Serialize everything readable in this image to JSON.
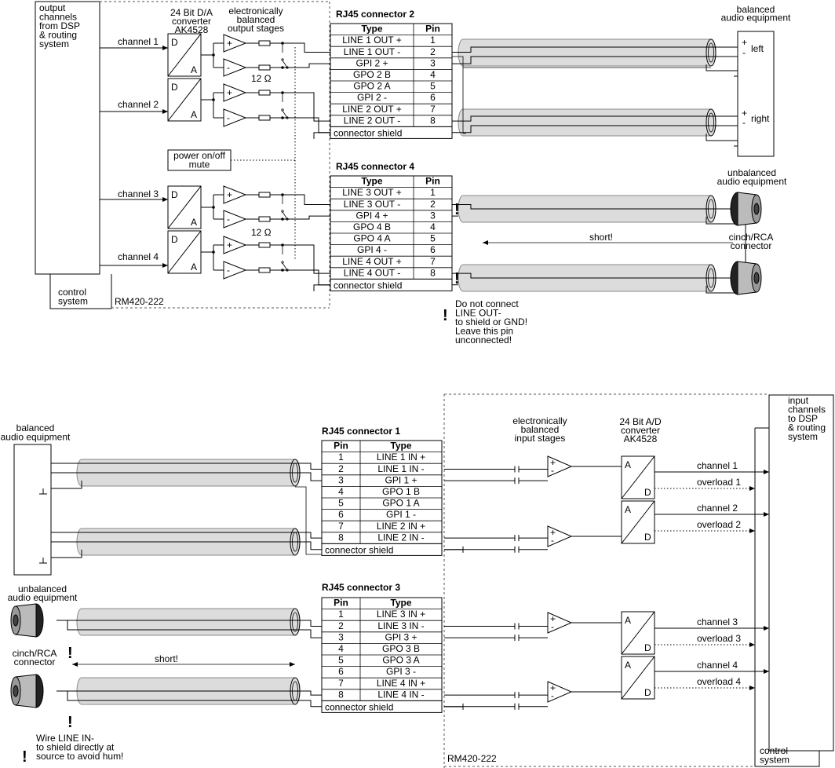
{
  "top": {
    "dsp_label": [
      "output",
      "channels",
      "from DSP",
      "& routing",
      "system"
    ],
    "control_label": [
      "control",
      "system"
    ],
    "model_label": "RM420-222",
    "dac_label": [
      "24 Bit D/A",
      "converter",
      "AK4528"
    ],
    "out_stage_label": [
      "electronically",
      "balanced",
      "output stages"
    ],
    "channels": [
      "channel 1",
      "channel 2",
      "channel 3",
      "channel 4"
    ],
    "resistor_label": "12 Ω",
    "power_label": [
      "power on/off",
      "mute"
    ],
    "dac_letters": {
      "d": "D",
      "a": "A"
    },
    "plus": "+",
    "minus": "-",
    "connector2": {
      "title": "RJ45 connector 2",
      "header": [
        "Type",
        "Pin"
      ],
      "rows": [
        [
          "LINE 1 OUT +",
          "1"
        ],
        [
          "LINE 1 OUT -",
          "2"
        ],
        [
          "GPI 2 +",
          "3"
        ],
        [
          "GPO 2 B",
          "4"
        ],
        [
          "GPO 2 A",
          "5"
        ],
        [
          "GPI 2 -",
          "6"
        ],
        [
          "LINE 2 OUT +",
          "7"
        ],
        [
          "LINE 2 OUT -",
          "8"
        ]
      ],
      "shield": "connector shield"
    },
    "connector4": {
      "title": "RJ45 connector 4",
      "header": [
        "Type",
        "Pin"
      ],
      "rows": [
        [
          "LINE 3 OUT +",
          "1"
        ],
        [
          "LINE 3 OUT -",
          "2"
        ],
        [
          "GPI 4 +",
          "3"
        ],
        [
          "GPO 4 B",
          "4"
        ],
        [
          "GPO 4 A",
          "5"
        ],
        [
          "GPI 4 -",
          "6"
        ],
        [
          "LINE 4 OUT +",
          "7"
        ],
        [
          "LINE 4 OUT -",
          "8"
        ]
      ],
      "shield": "connector shield"
    },
    "balanced_label": [
      "balanced",
      "audio equipment"
    ],
    "left_label": "left",
    "right_label": "right",
    "unbalanced_label": [
      "unbalanced",
      "audio equipment"
    ],
    "short_label": "short!",
    "cinch_label": [
      "cinch/RCA",
      "connector"
    ],
    "warning_note": [
      "Do not connect",
      "LINE OUT-",
      "to shield or GND!",
      "Leave this pin",
      "unconnected!"
    ],
    "exclamation": "!"
  },
  "bottom": {
    "balanced_label": [
      "balanced",
      "audio equipment"
    ],
    "unbalanced_label": [
      "unbalanced",
      "audio equipment"
    ],
    "cinch_label": [
      "cinch/RCA",
      "connector"
    ],
    "short_label": "short!",
    "warning_note": [
      "Wire LINE IN-",
      "to shield directly at",
      "source to avoid hum!"
    ],
    "in_stage_label": [
      "electronically",
      "balanced",
      "input stages"
    ],
    "adc_label": [
      "24 Bit A/D",
      "converter",
      "AK4528"
    ],
    "adc_letters": {
      "a": "A",
      "d": "D"
    },
    "dsp_label": [
      "input",
      "channels",
      "to DSP",
      "& routing",
      "system"
    ],
    "control_label": [
      "control",
      "system"
    ],
    "model_label": "RM420-222",
    "signals": [
      "channel 1",
      "overload 1",
      "channel 2",
      "overload 2",
      "channel 3",
      "overload 3",
      "channel 4",
      "overload 4"
    ],
    "connector1": {
      "title": "RJ45 connector 1",
      "header": [
        "Pin",
        "Type"
      ],
      "rows": [
        [
          "1",
          "LINE 1 IN +"
        ],
        [
          "2",
          "LINE 1 IN -"
        ],
        [
          "3",
          "GPI 1 +"
        ],
        [
          "4",
          "GPO 1 B"
        ],
        [
          "5",
          "GPO 1 A"
        ],
        [
          "6",
          "GPI 1 -"
        ],
        [
          "7",
          "LINE 2 IN +"
        ],
        [
          "8",
          "LINE 2 IN -"
        ]
      ],
      "shield": "connector shield"
    },
    "connector3": {
      "title": "RJ45 connector 3",
      "header": [
        "Pin",
        "Type"
      ],
      "rows": [
        [
          "1",
          "LINE 3 IN +"
        ],
        [
          "2",
          "LINE 3 IN -"
        ],
        [
          "3",
          "GPI 3 +"
        ],
        [
          "4",
          "GPO 3 B"
        ],
        [
          "5",
          "GPO 3 A"
        ],
        [
          "6",
          "GPI 3 -"
        ],
        [
          "7",
          "LINE 4 IN +"
        ],
        [
          "8",
          "LINE 4 IN -"
        ]
      ],
      "shield": "connector shield"
    }
  }
}
